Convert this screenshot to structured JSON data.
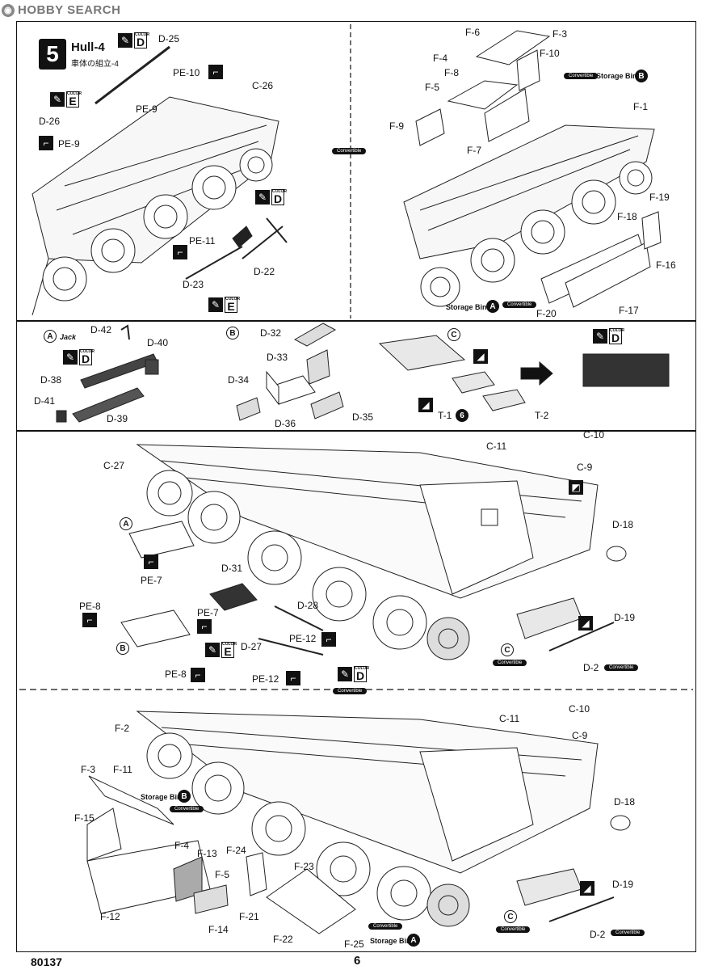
{
  "watermark": "HOBBY SEARCH",
  "step": {
    "number": "5",
    "title": "Hull-4",
    "subtitle": "車体の組立-4"
  },
  "color_code_label": "COLOR",
  "convertible_label": "Convertible",
  "storage_bin_label": "Storage Bin",
  "jack_label": "Jack",
  "arrow_icon": "right-arrow-icon",
  "panel1_left": {
    "labels": {
      "d25": "D-25",
      "pe10": "PE-10",
      "c26": "C-26",
      "pe9a": "PE-9",
      "d26": "D-26",
      "pe9b": "PE-9",
      "pe11": "PE-11",
      "d22": "D-22",
      "d23": "D-23"
    },
    "colors": [
      "D",
      "E",
      "D",
      "E"
    ]
  },
  "panel1_right": {
    "labels": {
      "f6": "F-6",
      "f3": "F-3",
      "f4": "F-4",
      "f10": "F-10",
      "f8": "F-8",
      "f5": "F-5",
      "f9": "F-9",
      "f7": "F-7",
      "f1": "F-1",
      "f19": "F-19",
      "f18": "F-18",
      "f16": "F-16",
      "f20": "F-20",
      "f17": "F-17"
    },
    "bins": [
      "B",
      "A"
    ]
  },
  "panel2": {
    "circles": [
      "A",
      "B",
      "C"
    ],
    "labels": {
      "d42": "D-42",
      "d40": "D-40",
      "d38": "D-38",
      "d41": "D-41",
      "d39": "D-39",
      "d32": "D-32",
      "d33": "D-33",
      "d34": "D-34",
      "d36": "D-36",
      "d35": "D-35",
      "t1": "T-1",
      "t1qty": "6",
      "t2": "T-2"
    },
    "colors": [
      "D",
      "D"
    ]
  },
  "panel3": {
    "labels": {
      "c27": "C-27",
      "c11": "C-11",
      "c10": "C-10",
      "c9": "C-9",
      "d18": "D-18",
      "d31": "D-31",
      "pe7a": "PE-7",
      "pe8a": "PE-8",
      "pe7b": "PE-7",
      "d28": "D-28",
      "d19": "D-19",
      "pe12a": "PE-12",
      "d27": "D-27",
      "pe8b": "PE-8",
      "pe12b": "PE-12",
      "d2": "D-2"
    },
    "circles": [
      "A",
      "B",
      "C"
    ],
    "colors": [
      "E",
      "D"
    ]
  },
  "panel4": {
    "labels": {
      "f2": "F-2",
      "c11": "C-11",
      "c10": "C-10",
      "c9": "C-9",
      "f3": "F-3",
      "f11": "F-11",
      "f15": "F-15",
      "f4": "F-4",
      "f13": "F-13",
      "f24": "F-24",
      "f5": "F-5",
      "f12": "F-12",
      "f23": "F-23",
      "f14": "F-14",
      "f21": "F-21",
      "f22": "F-22",
      "f25": "F-25",
      "d18": "D-18",
      "d19": "D-19",
      "d2": "D-2"
    },
    "circles": [
      "C"
    ],
    "bins": [
      "B",
      "A"
    ]
  },
  "footer": {
    "code": "80137",
    "page": "6"
  }
}
